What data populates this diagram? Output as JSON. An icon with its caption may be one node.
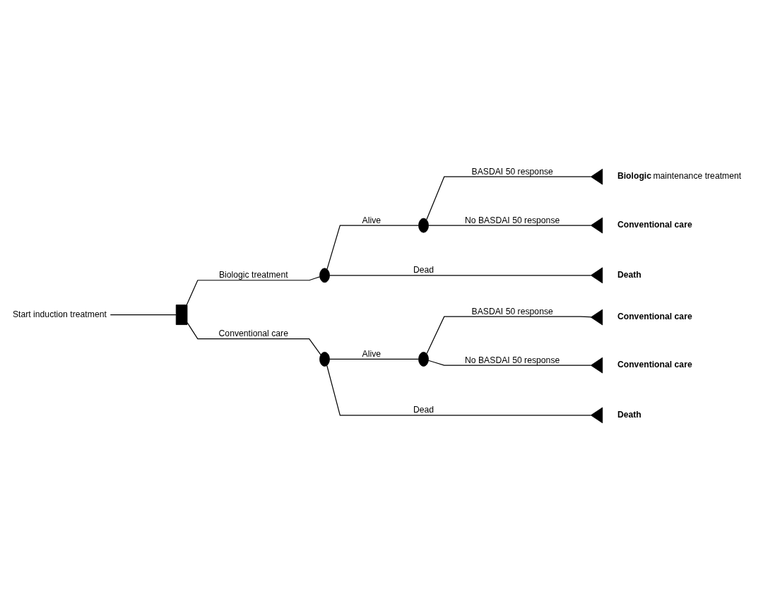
{
  "diagram": {
    "nodes": [
      {
        "text": [
          "Start induction treatment"
        ]
      },
      {
        "text": [],
        "shape": "box"
      },
      {
        "text": [],
        "shape": "circle"
      },
      {
        "text": [],
        "shape": "circle"
      },
      {
        "text": [],
        "shape": "triangle",
        "beside": [
          "**Biologic** maintenance treatment"
        ]
      },
      {
        "text": [],
        "shape": "triangle",
        "beside": [
          "Conventional care"
        ]
      },
      {
        "text": [],
        "shape": "triangle",
        "beside": [
          "Death"
        ]
      },
      {
        "text": [],
        "shape": "circle"
      },
      {
        "text": [],
        "shape": "circle"
      },
      {
        "text": [],
        "shape": "triangle",
        "beside": [
          "Conventional care"
        ]
      },
      {
        "text": [],
        "shape": "triangle",
        "beside": [
          "Conventional care"
        ]
      },
      {
        "text": [],
        "shape": "triangle",
        "beside": [
          "Death"
        ]
      }
    ],
    "edges": [
      {
        "from": 0,
        "to": 1,
        "arrow": "none"
      },
      {
        "from": 1,
        "to": 2,
        "arrow": "none",
        "label": "Biologic treatment"
      },
      {
        "from": 2,
        "to": 3,
        "arrow": "none",
        "label": "Alive"
      },
      {
        "from": 3,
        "to": 4,
        "arrow": "none",
        "label": "BASDAI 50 response"
      },
      {
        "from": 3,
        "to": 5,
        "arrow": "none",
        "label": "No BASDAI 50 response"
      },
      {
        "from": 2,
        "to": 6,
        "arrow": "none",
        "label": "Dead"
      },
      {
        "from": 1,
        "to": 7,
        "arrow": "none",
        "label": "Conventional care"
      },
      {
        "from": 7,
        "to": 8,
        "arrow": "none",
        "label": "Alive"
      },
      {
        "from": 8,
        "to": 9,
        "arrow": "none",
        "label": "BASDAI 50 response"
      },
      {
        "from": 8,
        "to": 10,
        "arrow": "none",
        "label": "No BASDAI 50 response"
      },
      {
        "from": 7,
        "to": 11,
        "arrow": "none",
        "label": "Dead"
      }
    ]
  }
}
